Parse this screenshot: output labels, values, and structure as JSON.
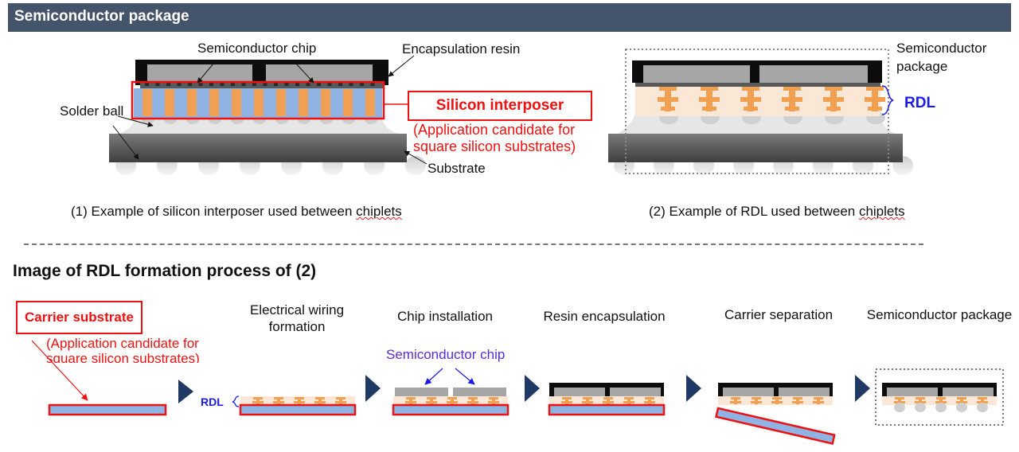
{
  "header": {
    "title": "Semiconductor package"
  },
  "diagram1": {
    "labels": {
      "chip": "Semiconductor chip",
      "resin": "Encapsulation resin",
      "solder": "Solder ball",
      "substrate": "Substrate",
      "interposer": "Silicon interposer",
      "application_line1": "(Application candidate for",
      "application_line2": "square silicon substrates)"
    },
    "caption_prefix": "(1) Example of silicon interposer used between ",
    "caption_word": "chiplets"
  },
  "diagram2": {
    "labels": {
      "package_line1": "Semiconductor",
      "package_line2": "package",
      "rdl": "RDL"
    },
    "caption_prefix": "(2) Example of RDL used between ",
    "caption_word": "chiplets"
  },
  "process": {
    "title": "Image of RDL formation process of (2)",
    "carrier_label": "Carrier substrate",
    "carrier_note_line1": "(Application candidate for",
    "carrier_note_line2": "square silicon substrates)",
    "rdl_label": "RDL",
    "chip_label": "Semiconductor chip",
    "steps": [
      {
        "line1": "Electrical wiring",
        "line2": "formation"
      },
      {
        "line1": "Chip installation",
        "line2": ""
      },
      {
        "line1": "Resin encapsulation",
        "line2": ""
      },
      {
        "line1": "Carrier separation",
        "line2": ""
      },
      {
        "line1": "Semiconductor package",
        "line2": ""
      }
    ]
  },
  "colors": {
    "header_bg": "#44546a",
    "accent_red": "#ee1111",
    "rdl_blue": "#1a1aee",
    "arrow_navy": "#1f3864",
    "interposer_blue": "#8fb4e3",
    "copper_orange": "#f0a050",
    "rdl_fill": "#fbe7d6",
    "resin_black": "#0d0d0d",
    "chip_gray": "#a6a6a6",
    "substrate_gray": "#595959"
  }
}
